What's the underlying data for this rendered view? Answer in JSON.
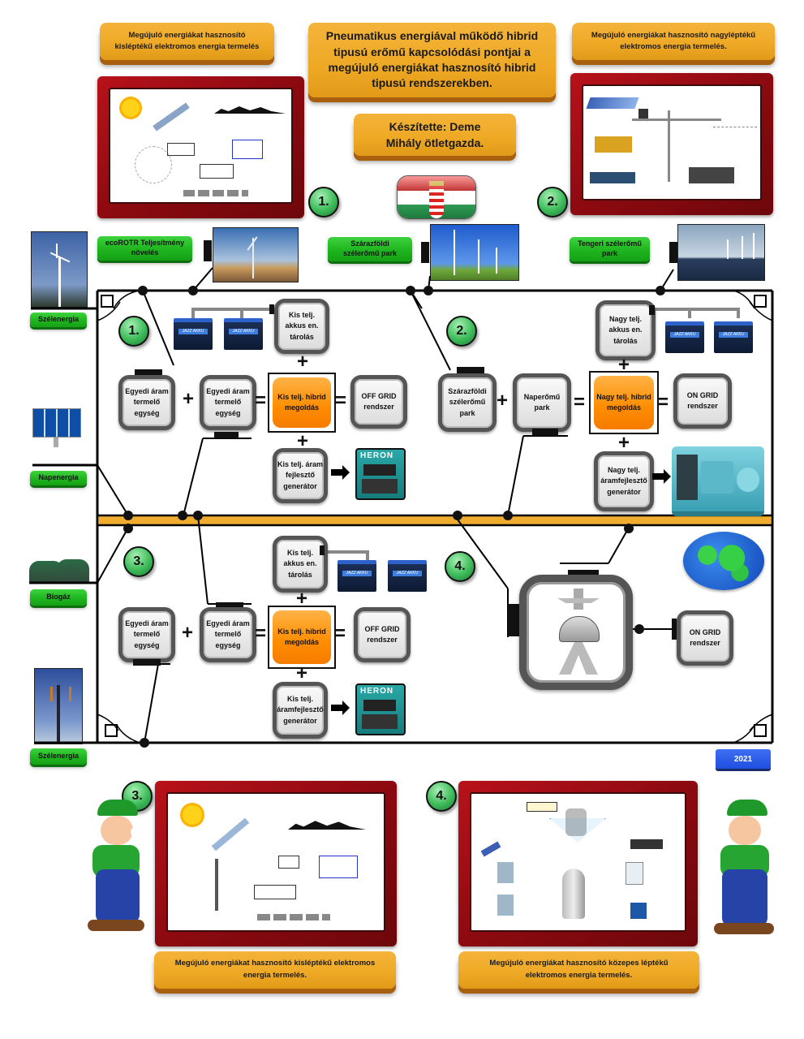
{
  "header": {
    "title": "Pneumatikus energiával működő hibrid tipusú erőmű kapcsolódási pontjai a megújuló energiákat hasznosító hibrid tipusú rendszerekben.",
    "author": "Készítette: Deme Mihály ötletgazda.",
    "top_left_caption": "Megújuló energiákat hasznosító kisléptékű elektromos energia termelés",
    "top_right_caption": "Megújuló energiákat hasznosító nagyléptékű elektromos energia termelés.",
    "flag_icon": "hungarian-flag-coat-of-arms"
  },
  "badges": [
    "1.",
    "2.",
    "3.",
    "4."
  ],
  "side_labels": {
    "wind_top": "Szélenergia",
    "solar": "Napenergia",
    "biogas": "Biogáz",
    "wind_bottom": "Szélenergia"
  },
  "top_labels": {
    "ecorotr": "ecoROTR Teljesítmény növelés",
    "onshore": "Szárazföldi szélerőmű park",
    "offshore": "Tengeri szélerőmű park"
  },
  "section1": {
    "unit_a": "Egyedi áram termelő egység",
    "unit_b": "Egyedi áram termelő egység",
    "storage": "Kis telj. akkus en. tárolás",
    "hybrid": "Kis telj. hibrid megoldás",
    "result": "OFF GRID rendszer",
    "generator": "Kis telj. áram fejlesztő generátor",
    "generator_brand": "HERON"
  },
  "section2": {
    "unit_a": "Szárazföldi szélerőmű park",
    "unit_b": "Naperőmű park",
    "storage": "Nagy telj. akkus en. tárolás",
    "hybrid": "Nagy telj. hibrid megoldás",
    "result": "ON GRID rendszer",
    "generator": "Nagy telj. áramfejlesztő generátor"
  },
  "section3": {
    "unit_a": "Egyedi áram termelő egység",
    "unit_b": "Egyedi áram termelő egység",
    "storage": "Kis telj. akkus en. tárolás",
    "hybrid": "Kis telj. hibrid megoldás",
    "result": "OFF GRID rendszer",
    "generator": "Kis telj. áramfejlesztő generátor",
    "generator_brand": "HERON"
  },
  "section4": {
    "device_icon": "pneumatic-turbine-device",
    "result": "ON GRID rendszer",
    "globe_icon": "globe"
  },
  "operators": {
    "plus": "+",
    "equals": "="
  },
  "battery_brand": "JAZZ AKKU",
  "year": "2021",
  "bottom": {
    "left_caption": "Megújuló energiákat hasznosító kisléptékű elektromos energia termelés.",
    "right_caption": "Megújuló energiákat hasznosító közepes léptékű elektromos energia termelés."
  },
  "colors": {
    "orange_box": "#eea824",
    "green_label": "#1fb51f",
    "hybrid_orange": "#ff8c00",
    "frame_red": "#8c0a10",
    "bus_orange": "#f0ac2e",
    "year_blue": "#2a58e8",
    "badge_green": "#3dbb5a"
  }
}
